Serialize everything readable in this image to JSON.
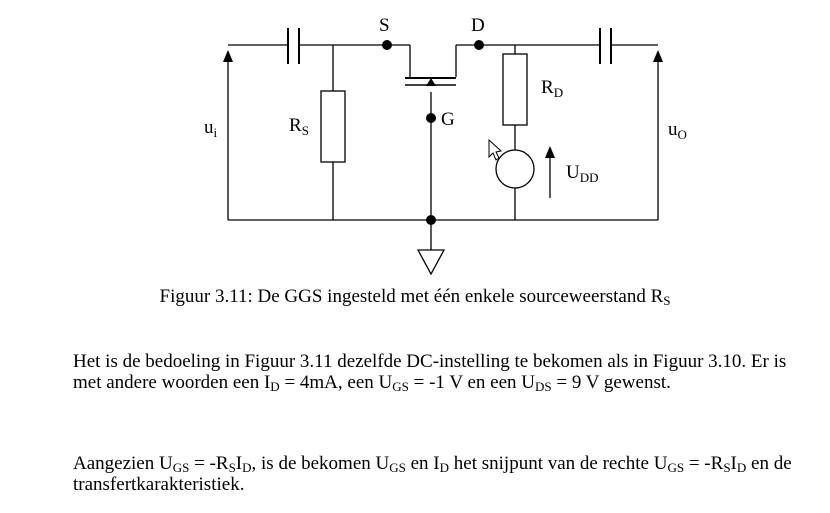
{
  "figure": {
    "labels": {
      "source": "S",
      "drain": "D",
      "gate": "G",
      "input_voltage": {
        "main": "u",
        "sub": "i"
      },
      "output_voltage": {
        "main": "u",
        "sub": "O"
      },
      "source_resistor": {
        "main": "R",
        "sub": "S"
      },
      "drain_resistor": {
        "main": "R",
        "sub": "D"
      },
      "supply_voltage": {
        "main": "U",
        "sub": "DD"
      }
    },
    "caption": {
      "text": "Figuur 3.11: De GGS ingesteld met één enkele sourceweerstand R",
      "sub": "S"
    }
  },
  "paragraph1": {
    "t1": "Het is de bedoeling in Figuur 3.11 dezelfde DC-instelling te bekomen als in Figuur 3.10. Er is met andere woorden een I",
    "s1": "D",
    "t2": " = 4mA, een U",
    "s2": "GS",
    "t3": " = -1 V en een U",
    "s3": "DS",
    "t4": " = 9 V gewenst."
  },
  "paragraph2": {
    "t1": "Aangezien U",
    "s1": "GS",
    "t2": " = -R",
    "s2": "S",
    "t3": "I",
    "s3": "D",
    "t4": ", is de bekomen U",
    "s4": "GS",
    "t5": " en I",
    "s5": "D",
    "t6": " het snijpunt van de rechte U",
    "s6": "GS",
    "t7": " = -R",
    "s7": "S",
    "t8": "I",
    "s8": "D",
    "t9": " en de transfertkarakteristiek."
  }
}
